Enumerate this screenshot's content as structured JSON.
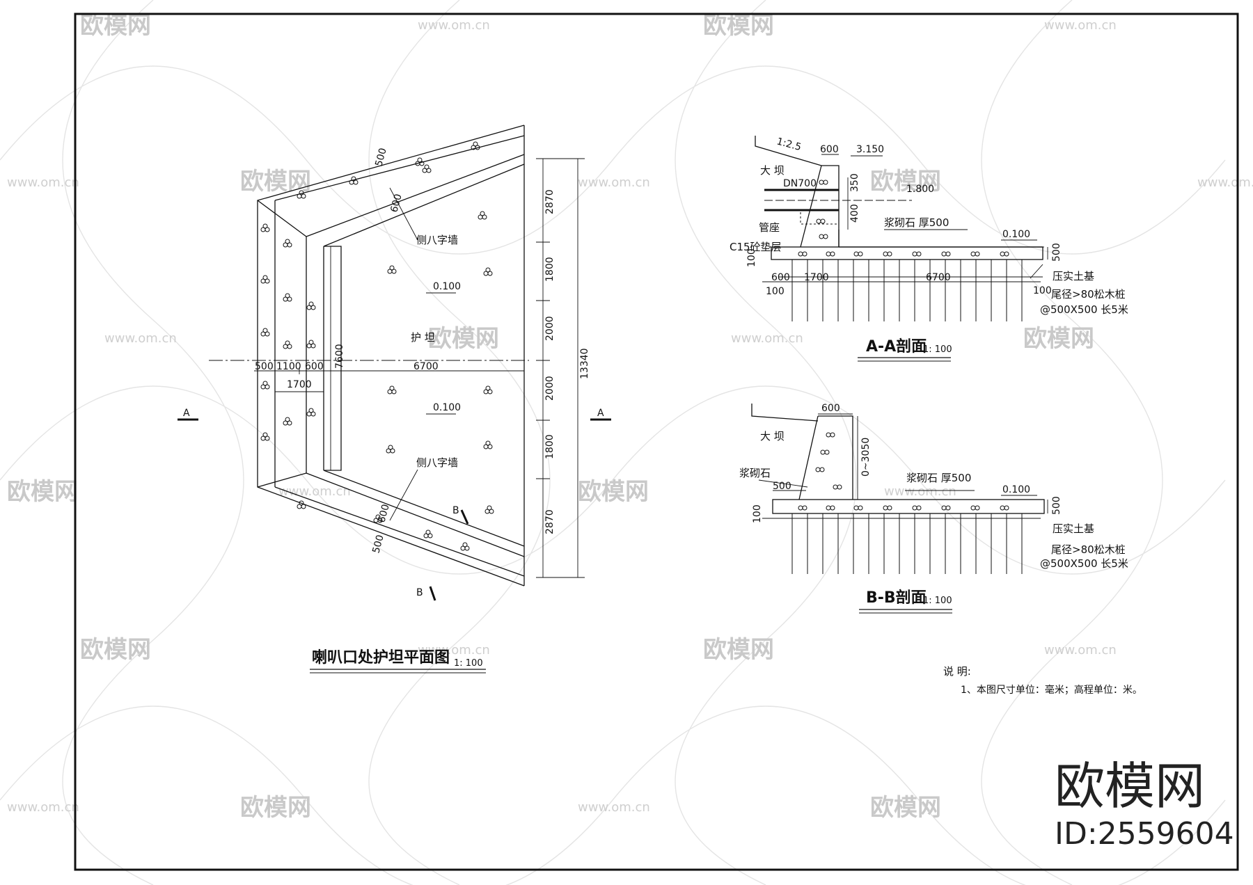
{
  "plan": {
    "title": "喇叭口处护坦平面图",
    "scale": "1: 100",
    "section_marks": {
      "a_left": "A",
      "a_right": "A",
      "b_upper": "B",
      "b_lower": "B"
    },
    "labels": {
      "wing_wall_top": "侧八字墙",
      "wing_wall_bottom": "侧八字墙",
      "apron": "护 坦",
      "elev_top": "0.100",
      "elev_bottom": "0.100"
    },
    "dims": {
      "w_top_500": "500",
      "w_top_600": "600",
      "w_bot_600": "600",
      "w_bot_500": "500",
      "h1": "500",
      "h2": "1100",
      "h3": "600",
      "h4": "6700",
      "h_sub": "1700",
      "v_left": "7600",
      "v1": "2870",
      "v2": "1800",
      "v3": "2000",
      "v4": "2000",
      "v5": "1800",
      "v6": "2870",
      "v_total": "13340"
    }
  },
  "section_aa": {
    "title": "A-A剖面",
    "scale": "1: 100",
    "slope": "1:2.5",
    "labels": {
      "dam": "大 坝",
      "pipe": "DN700",
      "pipe_seat": "管座",
      "cushion": "C15砼垫层",
      "masonry": "浆砌石  厚500",
      "soil": "压实土基",
      "piles": "尾径>80松木桩",
      "pile_spacing": "@500X500  长5米"
    },
    "elevs": {
      "top": "3.150",
      "mid": "1.800",
      "base": "0.100"
    },
    "dims": {
      "crest": "600",
      "d350": "350",
      "d400": "400",
      "d100_left": "100",
      "d500_right": "500",
      "d100_right": "100",
      "b600": "600",
      "b1700": "1700",
      "b6700": "6700",
      "b100": "100"
    }
  },
  "section_bb": {
    "title": "B-B剖面",
    "scale": "1: 100",
    "labels": {
      "dam": "大 坝",
      "masonry_left": "浆砌石",
      "masonry": "浆砌石  厚500",
      "soil": "压实土基",
      "piles": "尾径>80松木桩",
      "pile_spacing": "@500X500  长5米"
    },
    "elevs": {
      "base": "0.100"
    },
    "dims": {
      "crest": "600",
      "height": "0~3050",
      "d500": "500",
      "d100_left": "100",
      "d500_right": "500"
    }
  },
  "notes": {
    "heading": "说 明:",
    "items": [
      "1、本图尺寸单位：毫米；高程单位：米。"
    ]
  },
  "watermark": {
    "brand": "欧模网",
    "url": "www.om.cn",
    "id": "ID:2559604"
  }
}
